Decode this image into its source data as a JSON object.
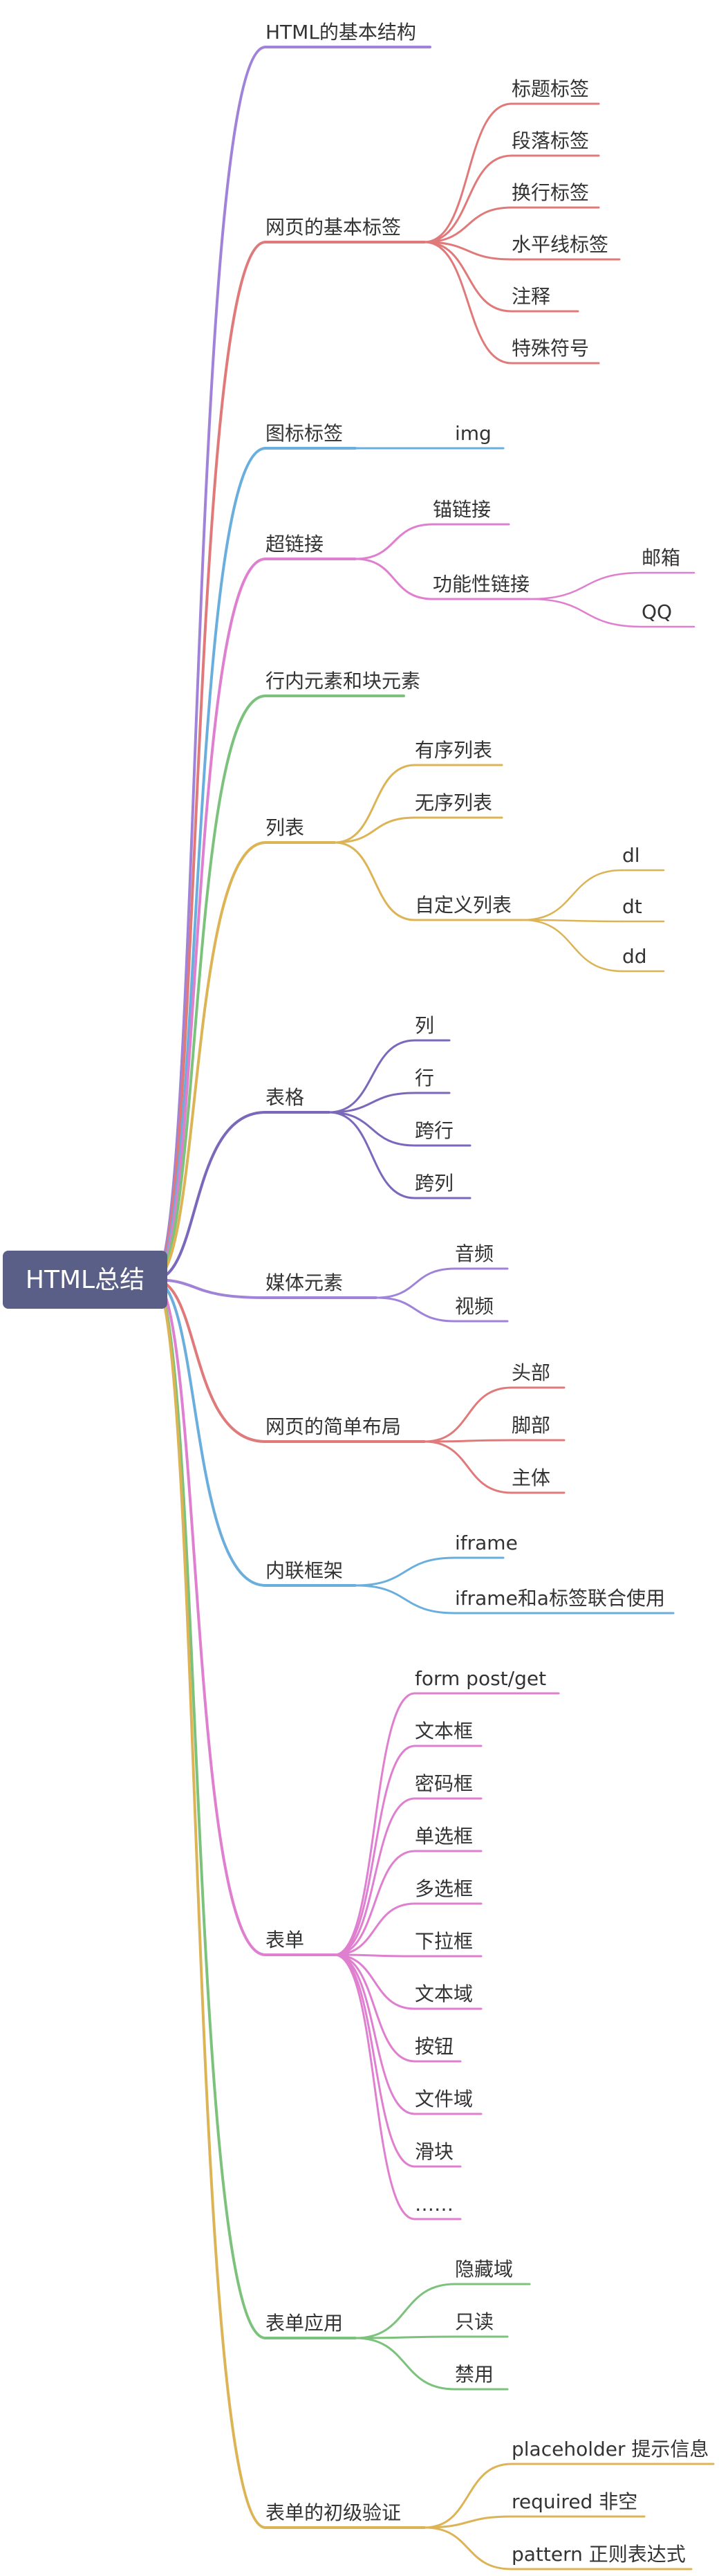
{
  "root": {
    "label": "HTML总结",
    "bg": "#5a5f87"
  },
  "palette": {
    "purple": "#a083d8",
    "red": "#e07a7a",
    "blue": "#6aaede",
    "pink": "#df7fcf",
    "green": "#7cc27c",
    "yellow": "#dcb456",
    "violet": "#7b68bb"
  },
  "branches": [
    {
      "label": "HTML的基本结构",
      "color": "purple",
      "children": []
    },
    {
      "label": "网页的基本标签",
      "color": "red",
      "children": [
        {
          "label": "标题标签"
        },
        {
          "label": "段落标签"
        },
        {
          "label": "换行标签"
        },
        {
          "label": "水平线标签"
        },
        {
          "label": "注释"
        },
        {
          "label": "特殊符号"
        }
      ]
    },
    {
      "label": "图标标签",
      "color": "blue",
      "children": [
        {
          "label": "img"
        }
      ]
    },
    {
      "label": "超链接",
      "color": "pink",
      "children": [
        {
          "label": "锚链接"
        },
        {
          "label": "功能性链接",
          "children": [
            {
              "label": "邮箱"
            },
            {
              "label": "QQ"
            }
          ]
        }
      ]
    },
    {
      "label": "行内元素和块元素",
      "color": "green",
      "children": []
    },
    {
      "label": "列表",
      "color": "yellow",
      "children": [
        {
          "label": "有序列表"
        },
        {
          "label": "无序列表"
        },
        {
          "label": "自定义列表",
          "children": [
            {
              "label": "dl"
            },
            {
              "label": "dt"
            },
            {
              "label": "dd"
            }
          ]
        }
      ]
    },
    {
      "label": "表格",
      "color": "violet",
      "children": [
        {
          "label": "列"
        },
        {
          "label": "行"
        },
        {
          "label": "跨行"
        },
        {
          "label": "跨列"
        }
      ]
    },
    {
      "label": "媒体元素",
      "color": "purple",
      "children": [
        {
          "label": "音频"
        },
        {
          "label": "视频"
        }
      ]
    },
    {
      "label": "网页的简单布局",
      "color": "red",
      "children": [
        {
          "label": "头部"
        },
        {
          "label": "脚部"
        },
        {
          "label": "主体"
        }
      ]
    },
    {
      "label": "内联框架",
      "color": "blue",
      "children": [
        {
          "label": "iframe"
        },
        {
          "label": "iframe和a标签联合使用"
        }
      ]
    },
    {
      "label": "表单",
      "color": "pink",
      "children": [
        {
          "label": "form post/get"
        },
        {
          "label": "文本框"
        },
        {
          "label": "密码框"
        },
        {
          "label": "单选框"
        },
        {
          "label": "多选框"
        },
        {
          "label": "下拉框"
        },
        {
          "label": "文本域"
        },
        {
          "label": "按钮"
        },
        {
          "label": "文件域"
        },
        {
          "label": "滑块"
        },
        {
          "label": "……"
        }
      ]
    },
    {
      "label": "表单应用",
      "color": "green",
      "children": [
        {
          "label": "隐藏域"
        },
        {
          "label": "只读"
        },
        {
          "label": "禁用"
        }
      ]
    },
    {
      "label": "表单的初级验证",
      "color": "yellow",
      "children": [
        {
          "label": "placeholder 提示信息"
        },
        {
          "label": "required 非空"
        },
        {
          "label": "pattern 正则表达式"
        }
      ]
    }
  ]
}
